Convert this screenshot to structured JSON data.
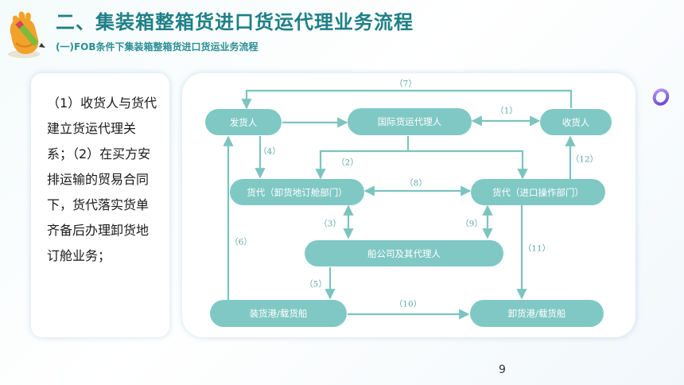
{
  "header": {
    "title": "二、集装箱整箱货进口货运代理业务流程",
    "subtitle": "(一)FOB条件下集装箱整箱货进口货运业务流程"
  },
  "text_card": {
    "paragraph": "（1）收货人与货代建立货运代理关系；（2）在买方安排运输的贸易合同下，货代落实货单齐备后办理卸货地订舱业务；"
  },
  "diagram": {
    "nodes": {
      "shipper": "发货人",
      "forwarder": "国际货运代理人",
      "consignee": "收货人",
      "agent_booking": "货代（卸货地订舱部门）",
      "agent_import": "货代（进口操作部门）",
      "carrier": "船公司及其代理人",
      "loading_port": "装货港/载货船",
      "discharge_port": "卸货港/载货船"
    },
    "edge_labels": {
      "e1": "（1）",
      "e2": "（2）",
      "e3": "（3）",
      "e4": "（4）",
      "e5": "（5）",
      "e6": "（6）",
      "e7": "（7）",
      "e8": "（8）",
      "e9": "（9）",
      "e10": "（10）",
      "e11": "（11）",
      "e12": "（12）"
    }
  },
  "page_number": "9",
  "colors": {
    "title": "#1f7f86",
    "node_fill": "#80c8c4",
    "edge": "#7cc4bf",
    "label": "#5fa9a6"
  }
}
